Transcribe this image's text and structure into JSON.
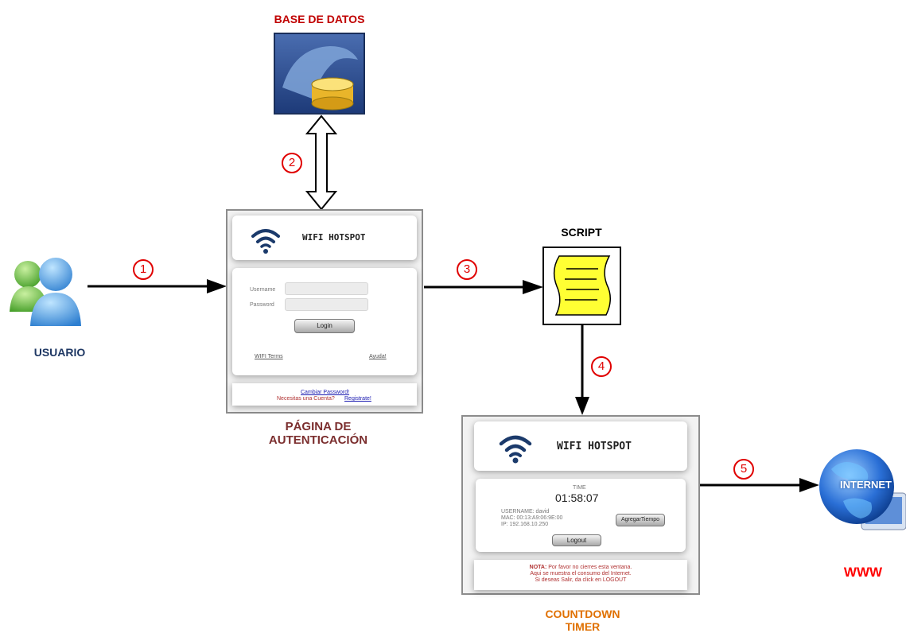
{
  "labels": {
    "database": "BASE DE DATOS",
    "user": "USUARIO",
    "auth_page_line1": "PÁGINA DE",
    "auth_page_line2": "AUTENTICACIÓN",
    "script": "SCRIPT",
    "timer_line1": "COUNTDOWN",
    "timer_line2": "TIMER",
    "www": "WWW",
    "internet_globe": "INTERNET"
  },
  "steps": [
    "1",
    "2",
    "3",
    "4",
    "5"
  ],
  "login_page": {
    "header_title": "WIFI HOTSPOT",
    "username_label": "Username",
    "password_label": "Password",
    "login_button": "Login",
    "terms_link": "WIFI Terms",
    "help_link": "Ayuda!",
    "change_password_link": "Cambiar Password!",
    "need_account_text": "Necesitas una Cuenta?",
    "register_link": "Registrate!"
  },
  "timer_page": {
    "header_title": "WIFI HOTSPOT",
    "time_label": "TIME",
    "time_value": "01:58:07",
    "username_line": "USERNAME: david",
    "mac_line": "MAC: 00:13:A9:06:9E:00",
    "ip_line": "IP: 192.168.10.250",
    "add_time_button": "AgregarTiempo",
    "logout_button": "Logout",
    "note_label": "NOTA:",
    "note_line1": "Por favor no cierres esta ventana.",
    "note_line2": "Aqui se muestra el consumo del Internet.",
    "note_line3": "Si deseas Salir, da click en LOGOUT"
  },
  "colors": {
    "database_label": "#c00000",
    "user_label": "#1f3864",
    "auth_label": "#7b2e2e",
    "timer_label": "#e07000",
    "www_label": "#ff0000",
    "step_circle": "#e00000",
    "script_paper": "#ffff33"
  }
}
